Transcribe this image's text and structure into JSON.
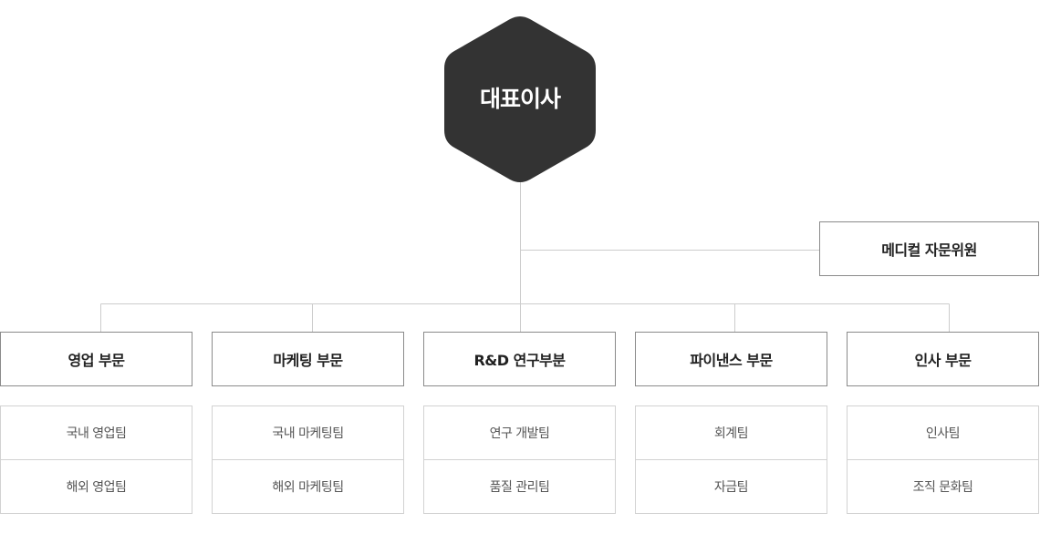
{
  "ceo": {
    "label": "대표이사",
    "fill_color": "#333333"
  },
  "advisory": {
    "label": "메디컬 자문위원"
  },
  "colors": {
    "connector": "#cccccc",
    "box_border": "#8a8a8a",
    "team_border": "#d2d2d2"
  },
  "divisions": [
    {
      "label": "영업 부문",
      "teams": [
        "국내 영업팀",
        "해외 영업팀"
      ]
    },
    {
      "label": "마케팅 부문",
      "teams": [
        "국내 마케팅팀",
        "해외 마케팅팀"
      ]
    },
    {
      "label": "R&D 연구부분",
      "teams": [
        "연구 개발팀",
        "품질 관리팀"
      ]
    },
    {
      "label": "파이낸스 부문",
      "teams": [
        "회계팀",
        "자금팀"
      ]
    },
    {
      "label": "인사 부문",
      "teams": [
        "인사팀",
        "조직 문화팀"
      ]
    }
  ]
}
